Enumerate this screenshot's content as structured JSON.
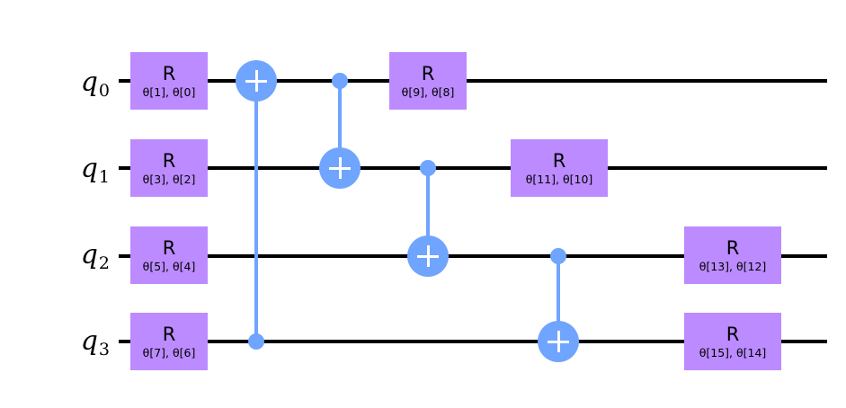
{
  "qubits": [
    {
      "name": "q",
      "index": "0"
    },
    {
      "name": "q",
      "index": "1"
    },
    {
      "name": "q",
      "index": "2"
    },
    {
      "name": "q",
      "index": "3"
    }
  ],
  "colors": {
    "wire": "#000000",
    "gate_fill": "#bb8bff",
    "cnot": "#6fa4ff"
  },
  "gates": [
    {
      "id": "r-q0-a",
      "qubit": 0,
      "label": "R",
      "params": "θ[1], θ[0]"
    },
    {
      "id": "r-q1-a",
      "qubit": 1,
      "label": "R",
      "params": "θ[3], θ[2]"
    },
    {
      "id": "r-q2-a",
      "qubit": 2,
      "label": "R",
      "params": "θ[5], θ[4]"
    },
    {
      "id": "r-q3-a",
      "qubit": 3,
      "label": "R",
      "params": "θ[7], θ[6]"
    },
    {
      "id": "r-q0-b",
      "qubit": 0,
      "label": "R",
      "params": "θ[9], θ[8]"
    },
    {
      "id": "r-q1-b",
      "qubit": 1,
      "label": "R",
      "params": "θ[11], θ[10]"
    },
    {
      "id": "r-q2-b",
      "qubit": 2,
      "label": "R",
      "params": "θ[13], θ[12]"
    },
    {
      "id": "r-q3-b",
      "qubit": 3,
      "label": "R",
      "params": "θ[15], θ[14]"
    }
  ],
  "cnots": [
    {
      "control": 3,
      "target": 0
    },
    {
      "control": 0,
      "target": 1
    },
    {
      "control": 1,
      "target": 2
    },
    {
      "control": 2,
      "target": 3
    }
  ]
}
